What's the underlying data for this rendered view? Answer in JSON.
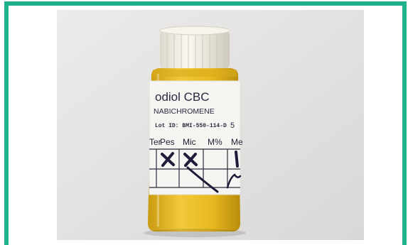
{
  "photo": {
    "alt": "Vial of yellow oil with white cap and hand-marked label",
    "label": {
      "brand_line": "odiol CBC",
      "compound_line": "NABICHROMENE",
      "lot_line": "Lot ID: BMI-550-114-D",
      "size_mark": "5",
      "grid_headers": [
        "Ter",
        "Pes",
        "Mic",
        "M%",
        "Me"
      ]
    },
    "colors": {
      "frame": "#1fb08e",
      "background": "#e8e7e6",
      "liquid": "#e6b81f",
      "cap": "#f4f1e8",
      "ink": "#1d1d3a"
    }
  }
}
